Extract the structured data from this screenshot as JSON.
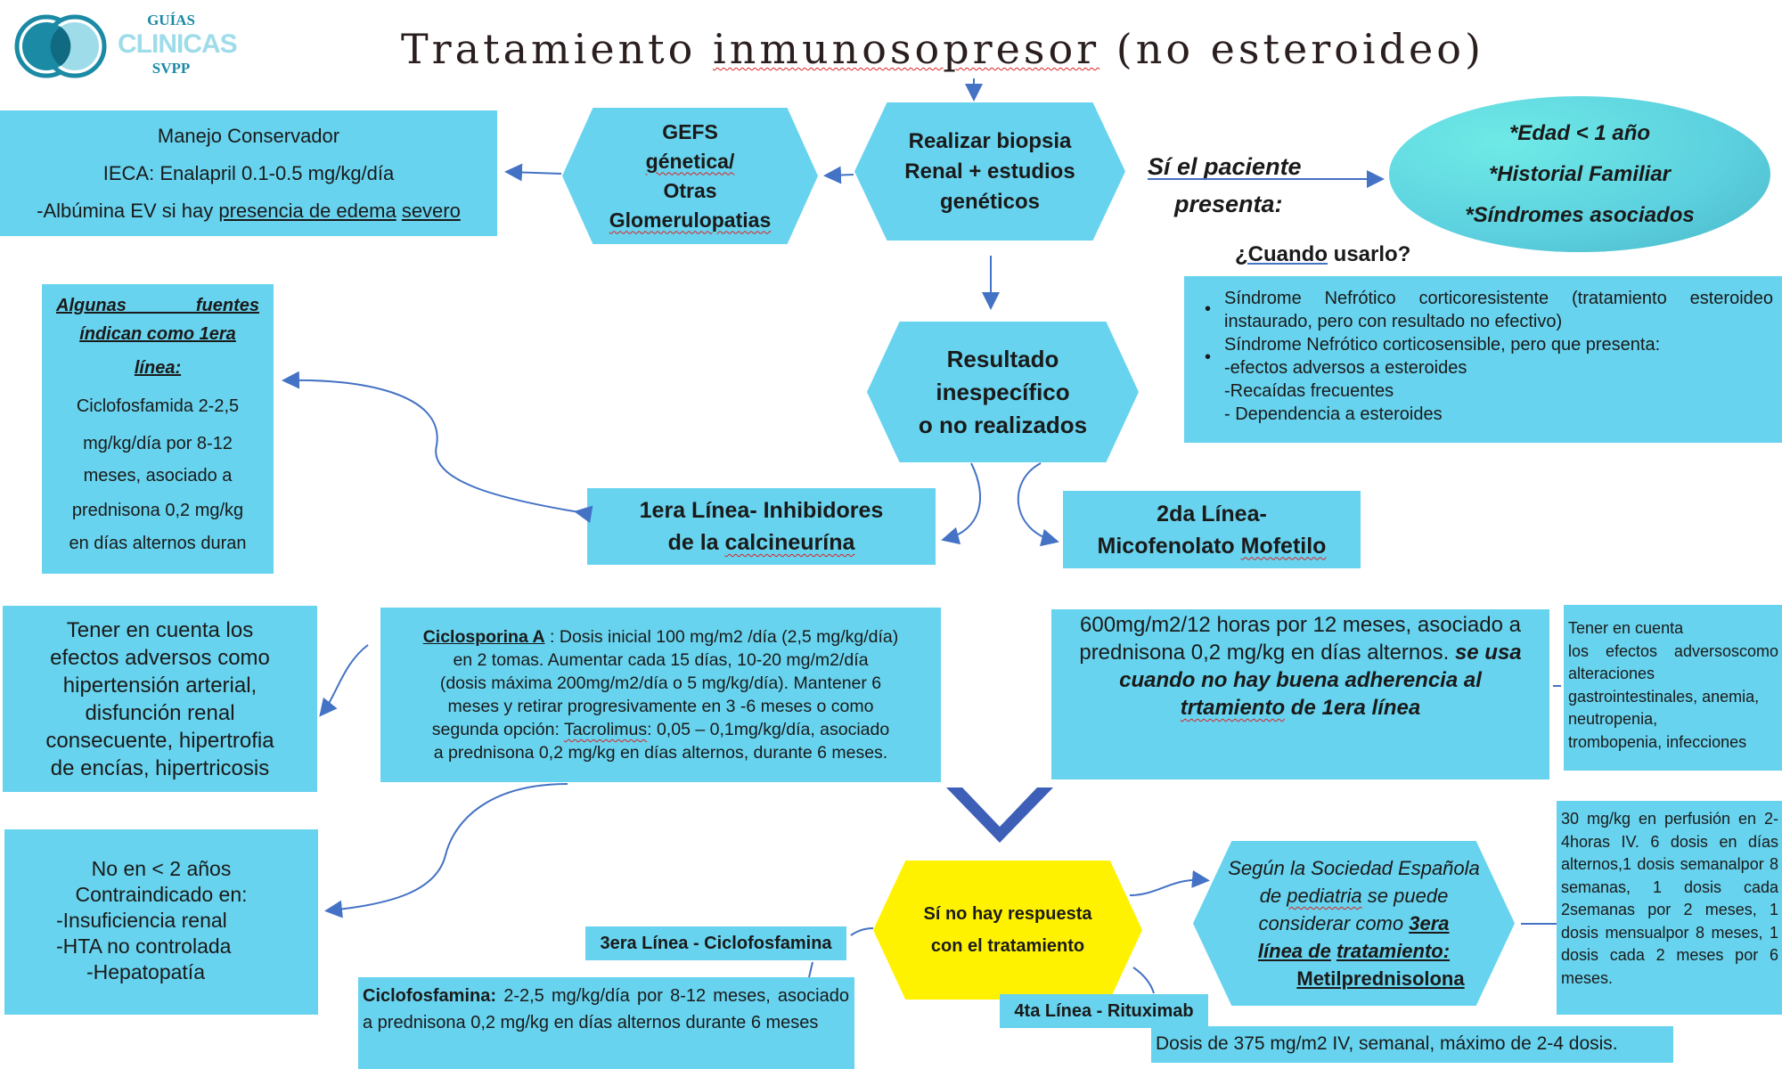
{
  "logo": {
    "line1": "GUÍAS",
    "line2": "CLINICAS",
    "line3": "SVPP"
  },
  "title": {
    "part1": "Tratamiento ",
    "part2": "inmunosopresor",
    "part3": " (no esteroideo)"
  },
  "manejo": {
    "line1": "Manejo Conservador",
    "line2": "IECA: Enalapril 0.1-0.5 mg/kg/día",
    "line3a": "-Albúmina EV si hay ",
    "line3b": "presencia de edema",
    "line3c": "severo"
  },
  "gefs": {
    "line1": "GEFS",
    "line2": "génetica/",
    "line3": "Otras",
    "line4": "Glomerulopatias"
  },
  "biopsia": {
    "line1": "Realizar biopsia",
    "line2": "Renal + estudios",
    "line3": "genéticos"
  },
  "si_paciente": {
    "line1": "Sí el paciente",
    "line2": "presenta:"
  },
  "criterios": {
    "line1": "*Edad < 1 año",
    "line2": "*Historial Familiar",
    "line3": "*Síndromes asociados"
  },
  "cuando": {
    "heading_a": "¿Cuando",
    "heading_b": " usarlo?",
    "item1": "Síndrome Nefrótico corticoresistente (tratamiento esteroideo instaurado, pero con resultado no efectivo)",
    "item2": "Síndrome Nefrótico corticosensible, pero que presenta:",
    "sub1": "-efectos adversos a esteroides",
    "sub2": "-Recaídas frecuentes",
    "sub3": "- Dependencia a esteroides",
    "bullet": "•"
  },
  "resultado": {
    "line1": "Resultado",
    "line2": "inespecífico",
    "line3": "o no realizados"
  },
  "algunas": {
    "line1": "Algunas fuentes",
    "line2": "índican como 1era",
    "line3": "línea:",
    "line4": "Ciclofosfamida 2-2,5",
    "line5": "mg/kg/día por 8-12",
    "line6": "meses, asociado a",
    "line7": "prednisona 0,2 mg/kg",
    "line8": "en días alternos duran"
  },
  "primera": {
    "line1": "1era Línea- Inhibidores",
    "line2a": "de la ",
    "line2b": "calcineurína"
  },
  "segunda": {
    "line1": "2da Línea-",
    "line2a": "Micofenolato ",
    "line2b": "Mofetilo"
  },
  "efectos_ciclo": {
    "line1": "Tener en cuenta los",
    "line2": "efectos adversos como",
    "line3": "hipertensión arterial,",
    "line4": "disfunción renal",
    "line5": "consecuente, hipertrofia",
    "line6": "de encías, hipertricosis"
  },
  "ciclosporina": {
    "label": "Ciclosporina A",
    "colon": " : ",
    "line1": "Dosis inicial 100 mg/m2 /día   (2,5 mg/kg/día)",
    "line2": "en 2 tomas. Aumentar cada 15  días, 10-20 mg/m2/día",
    "line3": "(dosis máxima 200mg/m2/día o 5 mg/kg/día). Mantener 6",
    "line4": "meses y retirar progresivamente en 3 -6 meses o como",
    "line5a": "segunda opción: ",
    "line5b": "Tacrolimus",
    "line5c": ": 0,05 – 0,1mg/kg/día, asociado",
    "line6": "a prednisona 0,2 mg/kg en días alternos, durante 6 meses."
  },
  "mico_dosis": {
    "line1": "600mg/m2/12 horas por 12 meses, asociado a",
    "line2a": "prednisona 0,2 mg/kg en días alternos. ",
    "line2b": "se usa",
    "line3": "cuando no hay buena adherencia al",
    "line4a": "trtamiento",
    "line4b": " de 1era línea"
  },
  "mico_efectos": {
    "line1": "Tener en cuenta",
    "line2": "los efectos adversoscomo",
    "line3": "alteraciones",
    "line4": "gastrointestinales, anemia,",
    "line5": "neutropenia,",
    "line6": "trombopenia, infecciones"
  },
  "contra": {
    "line1": "No en < 2 años",
    "line2": "Contraindicado en:",
    "line3": "-Insuficiencia  renal",
    "line4": "-HTA no controlada",
    "line5": "-Hepatopatía"
  },
  "sin_respuesta": {
    "line1": "Sí no hay respuesta",
    "line2": "con el tratamiento"
  },
  "segun": {
    "line1": "Según la Sociedad Española",
    "line2a": "de ",
    "line2b": "pediatria",
    "line2c": " se puede",
    "line3a": "considerar como ",
    "line3b": "3era",
    "line4a": "línea de",
    "line4b": "tratamiento:",
    "line5": "Metilprednisolona"
  },
  "metil_dosis": {
    "text": "30 mg/kg en perfusión en 2- 4horas IV. 6 dosis en días alternos,1 dosis semanalpor 8 semanas, 1 dosis cada 2semanas por 2 meses, 1 dosis mensualpor 8 meses, 1 dosis cada 2 meses por 6 meses."
  },
  "tercera": {
    "label": "3era Línea - Ciclofosfamina"
  },
  "ciclofos": {
    "label": "Ciclofosfamina:",
    "text": " 2-2,5 mg/kg/día por 8-12 meses, asociado a prednisona 0,2 mg/kg en días alternos durante 6 meses"
  },
  "cuarta": {
    "label": "4ta Línea - Rituximab"
  },
  "ritux_dosis": {
    "text": "Dosis de 375 mg/m2 IV, semanal, máximo de 2-4 dosis."
  },
  "colors": {
    "box": "#67d3ee",
    "arrow": "#4472c4",
    "yellow": "#fff200"
  }
}
